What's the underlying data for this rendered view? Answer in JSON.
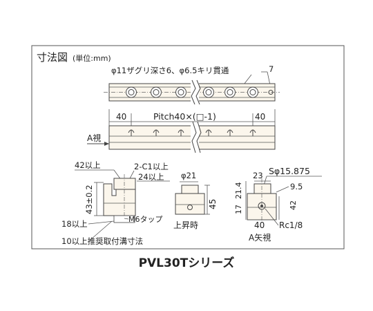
{
  "title": "寸法図",
  "unit": "(単位:mm)",
  "top_view": {
    "hole_note": "φ11ザグリ深さ6、φ6.5キリ貫通",
    "end_dim": "7"
  },
  "side_view": {
    "left_dim": "40",
    "pitch_label": "Pitch40×(□-1)",
    "right_dim": "40",
    "view_label": "A視"
  },
  "section": {
    "dim_42": "42以上",
    "dim_2c1": "2-C1以上",
    "dim_24": "24以上",
    "dim_43": "43±0.2",
    "dim_18": "18以上",
    "tap": "M6タップ",
    "groove": "10以上推奨取付溝寸法"
  },
  "rise": {
    "phi": "φ21",
    "height": "45",
    "label": "上昇時"
  },
  "a_view": {
    "dim_23": "23",
    "sphere": "Sφ15.875",
    "dim_95": "9.5",
    "dim_214": "21.4",
    "dim_17": "17",
    "dim_42": "42",
    "dim_40": "40",
    "rc": "Rc1/8",
    "label": "A矢視"
  },
  "series": "PVL30Tシリーズ"
}
